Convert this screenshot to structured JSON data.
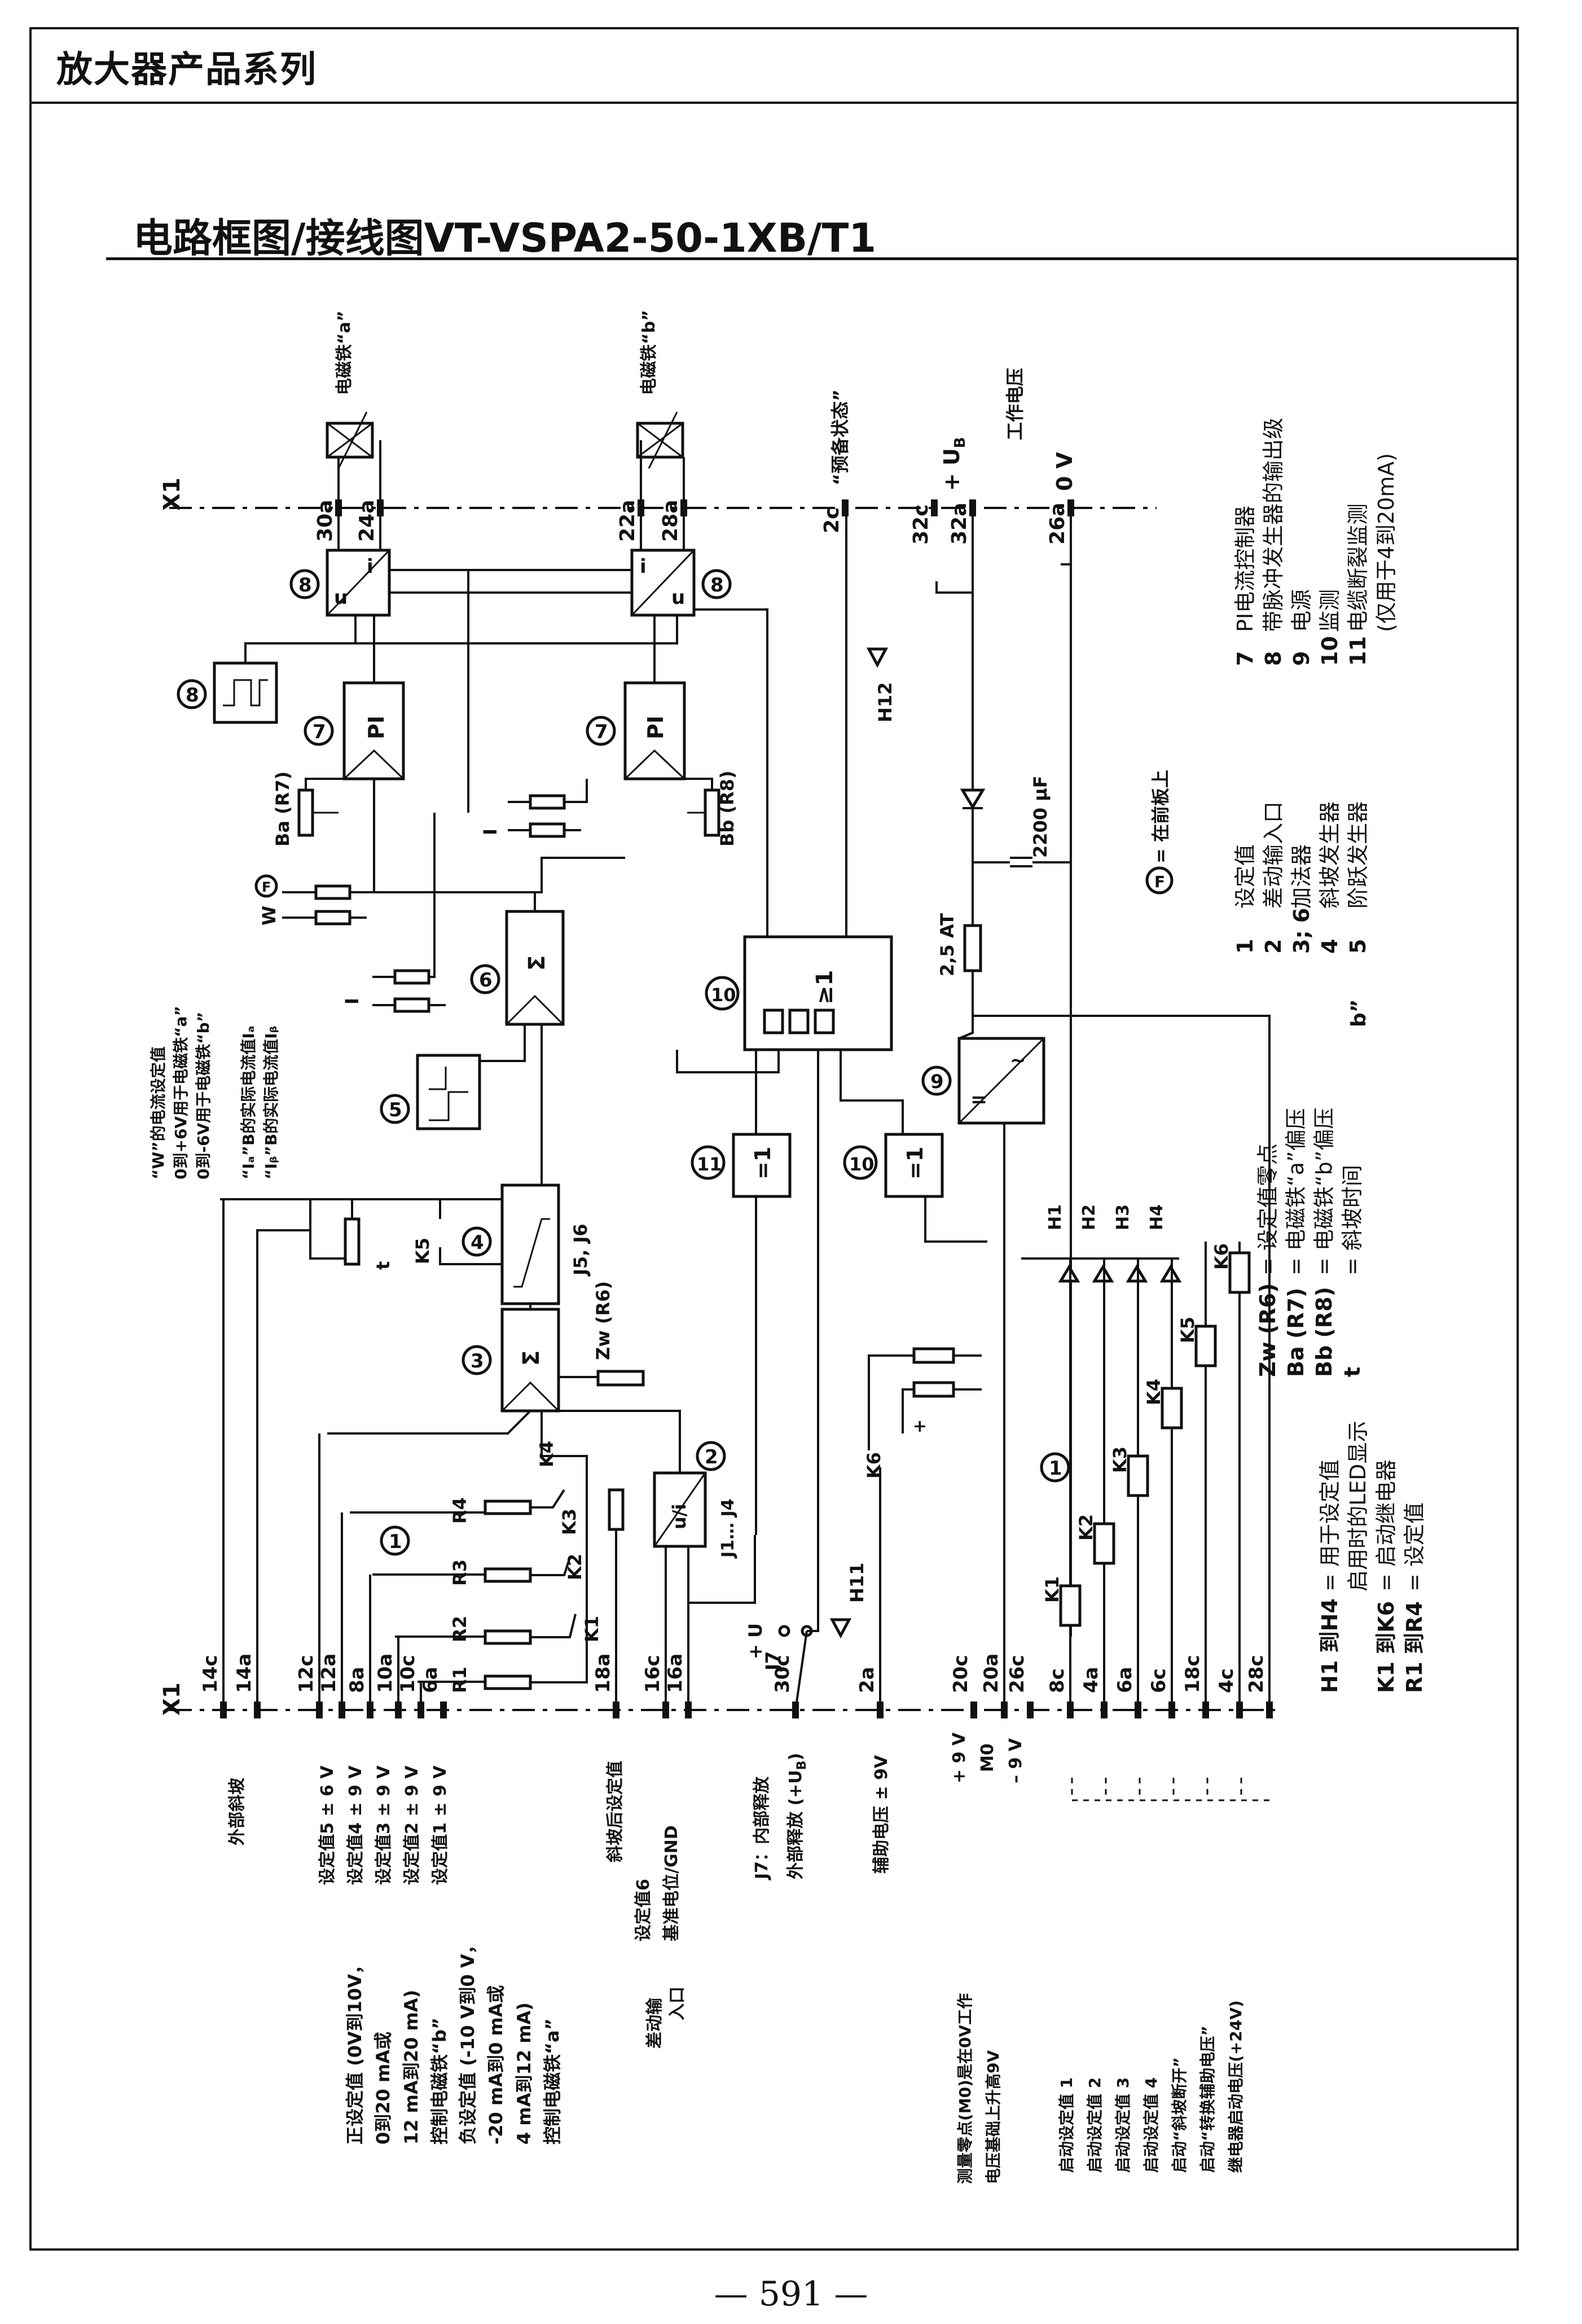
{
  "header": {
    "series_title": "放大器产品系列",
    "diagram_title": "电路框图/接线图VT-VSPA2-50-1XB/T1"
  },
  "page_number": "— 591 —",
  "diagram": {
    "connector": "X1",
    "top_labels": {
      "coil_a": "电磁铁“a”",
      "coil_b": "电磁铁“b”",
      "ready": "“预备状态”",
      "ub": "+ U",
      "ub_sub": "B",
      "work_voltage": "工作电压",
      "zero_v": "0 V"
    },
    "top_pins": [
      "30a",
      "24a",
      "22a",
      "28a",
      "2c",
      "32c",
      "32a",
      "26a"
    ],
    "bottom_pins": [
      "14c",
      "14a",
      "12c",
      "12a",
      "8a",
      "10a",
      "10c",
      "6a",
      "18a",
      "16c",
      "16a",
      "30c",
      "2a",
      "20c",
      "20a",
      "26c",
      "8c",
      "4a",
      "6a",
      "6c",
      "18c",
      "4c",
      "28c"
    ],
    "block_labels": {
      "pi": "PI",
      "sigma": "Σ",
      "ge1": "≥1",
      "eq1": "=1",
      "ui": "u/i",
      "u": "u",
      "i": "i",
      "dc": "="
    },
    "component_labels": {
      "ba": "Ba (R7)",
      "bb": "Bb (R8)",
      "zw": "Zw (R6)",
      "t": "t",
      "k5": "K5",
      "k6": "K6",
      "k1": "K1",
      "k2": "K2",
      "k3": "K3",
      "k4": "K4",
      "r1": "R1",
      "r2": "R2",
      "r3": "R3",
      "r4": "R4",
      "j5j6": "J5, J6",
      "j1j4": "J1… J4",
      "j7": "J7",
      "h1": "H1",
      "h2": "H2",
      "h3": "H3",
      "h4": "H4",
      "h11": "H11",
      "h12": "H12",
      "w": "W",
      "ia": "I",
      "ib": "I",
      "fuse": "2,5 AT",
      "cap": "2200 μF",
      "ub_input": "+ U",
      "f": "F",
      "plus": "+"
    },
    "numbers": {
      "n8": "8",
      "n7": "7",
      "n6": "6",
      "n5": "5",
      "n4": "4",
      "n3": "3",
      "n2": "2",
      "n1": "1",
      "n9": "9",
      "n10": "10",
      "n11": "11"
    },
    "setpoint_note": [
      "“W”的电流设定值",
      "0到+6V用于电磁铁“a”",
      "0到-6V用于电磁铁“b”",
      "“Iₐ”B的实际电流值Iₐ",
      "“Iᵦ”B的实际电流值Iᵦ"
    ],
    "bottom_labels": {
      "ext_ramp": "外部斜坡",
      "setpoints": [
        "设定值5 ± 6 V",
        "设定值4 ± 9 V",
        "设定值3 ± 9 V",
        "设定值2 ± 9 V",
        "设定值1 ± 9 V"
      ],
      "after_ramp": "斜坡后设定值",
      "sp6": "设定值6",
      "ref_gnd": "基准电位/GND",
      "diff_input": "差动输",
      "diff_input2": "入口",
      "j7_release": "J7：内部释放",
      "ext_release": "外部释放 (+U",
      "ext_release_sub": "B",
      "ext_release_end": ")",
      "aux_voltage": "辅助电压 ± 9V",
      "p9": "+ 9 V",
      "m0": "M0",
      "m9": "– 9 V",
      "measure_zero": "测量零点(M0)是在0V工作",
      "measure_zero2": "电压基础上升高9V",
      "starts": [
        "启动设定值 1",
        "启动设定值 2",
        "启动设定值 3",
        "启动设定值 4",
        "启动“斜坡断开”",
        "启动“转换辅助电压”",
        "继电器启动电压(+24V)"
      ],
      "positive_sp": [
        "正设定值 (0V到10V，",
        "0到20 mA或",
        "12 mA到20 mA)",
        "控制电磁铁“b”",
        "负设定值 (-10 V到0 V，",
        "-20 mA到0 mA或",
        "4 mA到12 mA)",
        "控制电磁铁“a”"
      ]
    },
    "legend_right": [
      {
        "num": "7",
        "text": "PI电流控制器"
      },
      {
        "num": "8",
        "text": "带脉冲发生器的输出级"
      },
      {
        "num": "9",
        "text": "电源"
      },
      {
        "num": "10",
        "text": "监测"
      },
      {
        "num": "11",
        "text": "电缆断裂监测"
      },
      {
        "num": "",
        "text": "(仅用于4到20mA)"
      }
    ],
    "legend_mid": [
      {
        "num": "1",
        "text": "设定值"
      },
      {
        "num": "2",
        "text": "差动输入口"
      },
      {
        "num": "3; 6",
        "text": "加法器"
      },
      {
        "num": "4",
        "text": "斜坡发生器"
      },
      {
        "num": "5",
        "text": "阶跃发生器"
      }
    ],
    "front_panel_note": "= 在前板上",
    "legend_zw": [
      {
        "key": "Zw (R6)",
        "text": "= 设定值零点"
      },
      {
        "key": "Ba (R7)",
        "text": "= 电磁铁“a”偏压"
      },
      {
        "key": "Bb (R8)",
        "text": "= 电磁铁“b”偏压"
      },
      {
        "key": "t",
        "text": "= 斜坡时间"
      }
    ],
    "legend_h": [
      {
        "key": "H1 到H4",
        "text": "= 用于设定值"
      },
      {
        "key": "",
        "text": "启用时的LED显示"
      },
      {
        "key": "K1 到K6",
        "text": "= 启动继电器"
      },
      {
        "key": "R1 到R4",
        "text": "= 设定值"
      }
    ],
    "stray_b": "b”"
  }
}
